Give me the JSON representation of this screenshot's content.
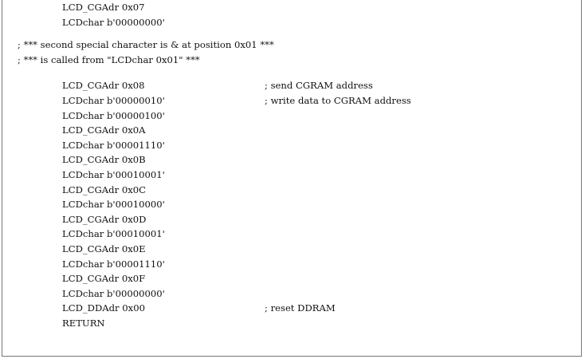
{
  "code": {
    "lines": [
      {
        "instr": "LCD_CGAdr 0x07",
        "comment": ""
      },
      {
        "instr": "LCDchar b'00000000'",
        "comment": ""
      },
      {
        "full_comment": "; *** second special character is & at position 0x01 ***"
      },
      {
        "full_comment": "; *** is called from \"LCDchar 0x01\" ***"
      },
      {
        "instr": "LCD_CGAdr 0x08",
        "comment": "; send CGRAM address"
      },
      {
        "instr": "LCDchar b'00000010'",
        "comment": "; write data to CGRAM address"
      },
      {
        "instr": "LCDchar b'00000100'",
        "comment": ""
      },
      {
        "instr": "LCD_CGAdr 0x0A",
        "comment": ""
      },
      {
        "instr": "LCDchar b'00001110'",
        "comment": ""
      },
      {
        "instr": "LCD_CGAdr 0x0B",
        "comment": ""
      },
      {
        "instr": "LCDchar b'00010001'",
        "comment": ""
      },
      {
        "instr": "LCD_CGAdr 0x0C",
        "comment": ""
      },
      {
        "instr": "LCDchar b'00010000'",
        "comment": ""
      },
      {
        "instr": "LCD_CGAdr 0x0D",
        "comment": ""
      },
      {
        "instr": "LCDchar b'00010001'",
        "comment": ""
      },
      {
        "instr": "LCD_CGAdr 0x0E",
        "comment": ""
      },
      {
        "instr": "LCDchar b'00001110'",
        "comment": ""
      },
      {
        "instr": "LCD_CGAdr 0x0F",
        "comment": ""
      },
      {
        "instr": "LCDchar b'00000000'",
        "comment": ""
      },
      {
        "instr": "LCD_DDAdr 0x00",
        "comment": "; reset DDRAM"
      },
      {
        "instr": "RETURN",
        "comment": ""
      }
    ]
  }
}
